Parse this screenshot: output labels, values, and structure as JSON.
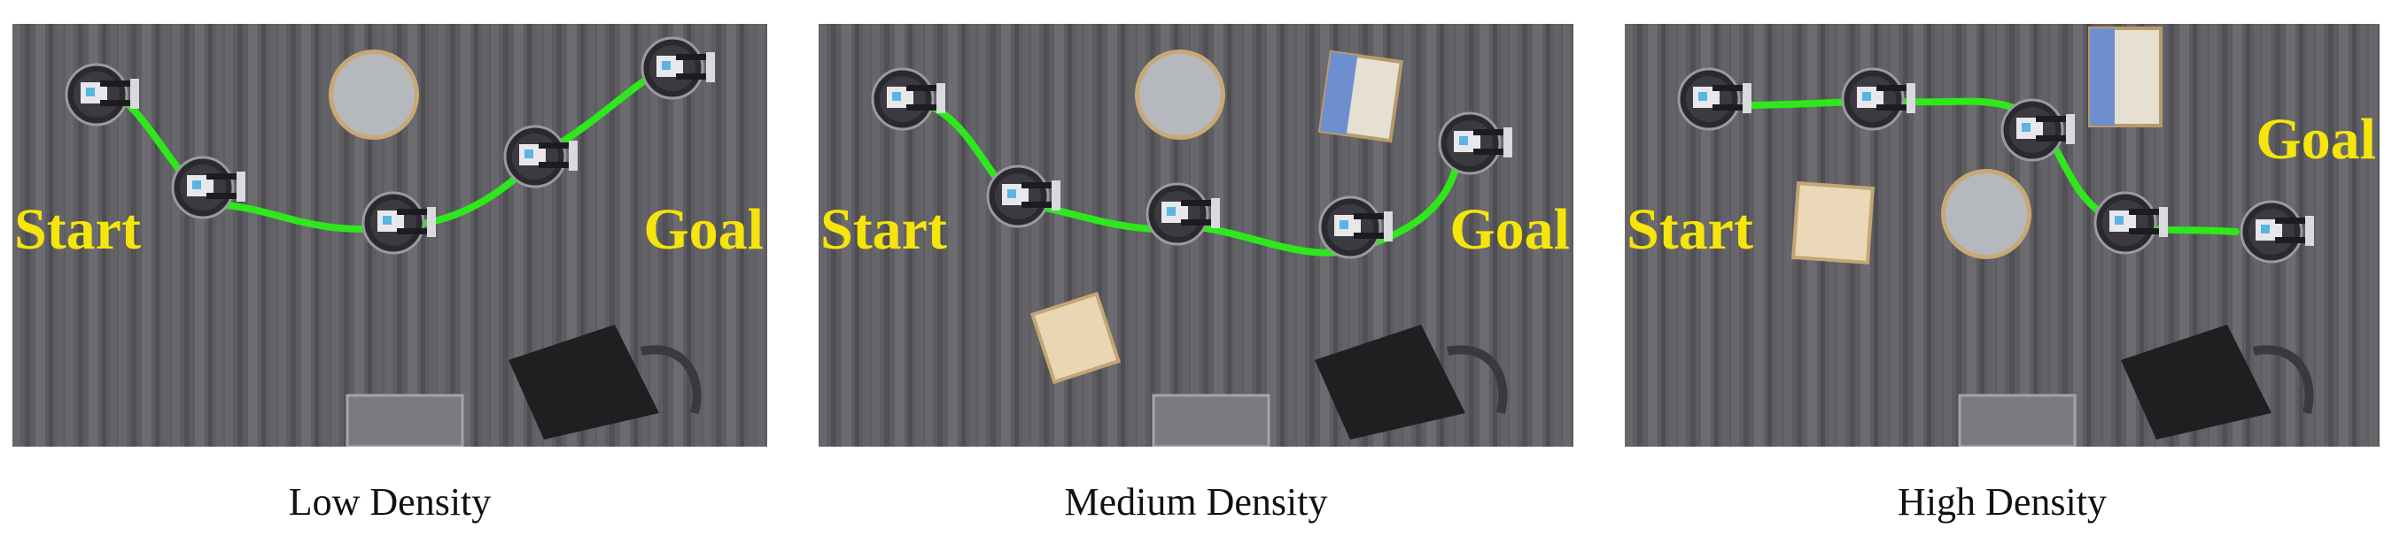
{
  "panels": [
    {
      "caption": "Low Density",
      "start_label": "Start",
      "goal_label": "Goal"
    },
    {
      "caption": "Medium Density",
      "start_label": "Start",
      "goal_label": "Goal"
    },
    {
      "caption": "High Density",
      "start_label": "Start",
      "goal_label": "Goal"
    }
  ],
  "colors": {
    "path": "#2ee81c",
    "label": "#f5e50a",
    "floor": "#5b5b5f"
  },
  "icons": [
    "robot-icon",
    "table-icon",
    "box-icon",
    "chair-icon",
    "cabinet-icon"
  ]
}
